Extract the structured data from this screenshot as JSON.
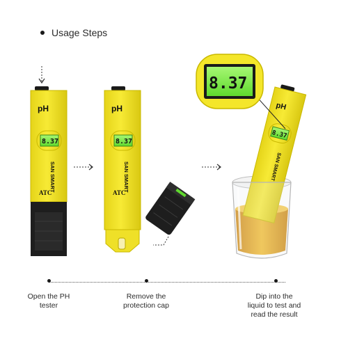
{
  "heading": "Usage Steps",
  "colors": {
    "tester_body": "#f4e62a",
    "tester_edge": "#c9b800",
    "cap": "#1e1e1e",
    "lcd": "#7cf04a",
    "liquid": "#e9a20e"
  },
  "display": {
    "reading": "8.37",
    "ph_label": "pH",
    "brand": "SAN SMART",
    "atc": "ATC"
  },
  "steps": [
    {
      "label_line1": "Open the PH",
      "label_line2": "tester"
    },
    {
      "label_line1": "Remove the",
      "label_line2": "protection cap"
    },
    {
      "label_line1": "Dip into the",
      "label_line2": "liquid to test and",
      "label_line3": "read the result"
    }
  ]
}
